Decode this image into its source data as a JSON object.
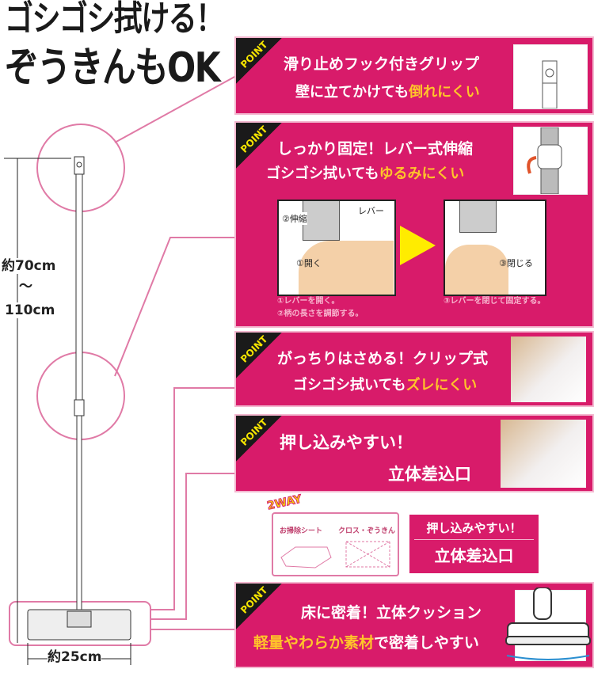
{
  "headline": {
    "line1": "ゴシゴシ拭ける！",
    "line2": "ぞうきんもOK"
  },
  "point_badge": "POINT",
  "points": [
    {
      "title": "滑り止めフック付きグリップ",
      "sub_plain": "壁に立てかけても",
      "sub_highlight": "倒れにくい"
    },
    {
      "title": "しっかり固定！レバー式伸縮",
      "sub_plain": "ゴシゴシ拭いても",
      "sub_highlight": "ゆるみにくい",
      "steps": {
        "extend": "②伸縮",
        "lever": "レバー",
        "open": "①開く",
        "close": "③閉じる",
        "caption_left_1": "①レバーを開く。",
        "caption_left_2": "②柄の長さを調節する。",
        "caption_right": "③レバーを閉じて固定する。"
      }
    },
    {
      "title": "がっちりはさめる！クリップ式",
      "sub_plain": "ゴシゴシ拭いても",
      "sub_highlight": "ズレにくい"
    },
    {
      "title": "押し込みやすい！",
      "sub_plain": "立体差込口"
    },
    {
      "title": "床に密着！立体クッション",
      "sub_highlight": "軽量やわらか素材",
      "sub_plain": "で密着しやすい"
    }
  ],
  "two_way": {
    "badge": "2WAY",
    "option1": "お掃除シート",
    "option2": "クロス・ぞうきん"
  },
  "insert_box": {
    "line1": "押し込みやすい！",
    "line2": "立体差込口"
  },
  "dimensions": {
    "height_min": "約70cm",
    "tilde": "～",
    "height_max": "110cm",
    "width": "約25cm"
  },
  "colors": {
    "pink": "#d81b6a",
    "highlight": "#ffc42a",
    "badge_text": "#f5e500"
  }
}
